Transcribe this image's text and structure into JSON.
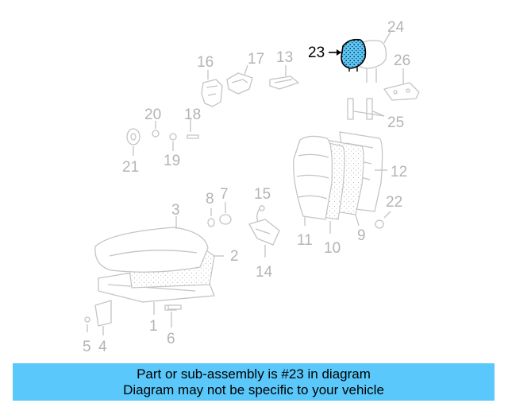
{
  "highlight_color": "#5ac8fa",
  "diagram": {
    "labels": {
      "p1": "1",
      "p2": "2",
      "p3": "3",
      "p4": "4",
      "p5": "5",
      "p6": "6",
      "p7": "7",
      "p8": "8",
      "p9": "9",
      "p10": "10",
      "p11": "11",
      "p12": "12",
      "p13": "13",
      "p14": "14",
      "p15": "15",
      "p16": "16",
      "p17": "17",
      "p18": "18",
      "p19": "19",
      "p20": "20",
      "p21": "21",
      "p22": "22",
      "p23": "23",
      "p24": "24",
      "p25": "25",
      "p26": "26"
    },
    "highlighted_part": "23"
  },
  "banner": {
    "line1": "Part or sub-assembly is #23 in diagram",
    "line2": "Diagram may not be specific to your vehicle"
  }
}
